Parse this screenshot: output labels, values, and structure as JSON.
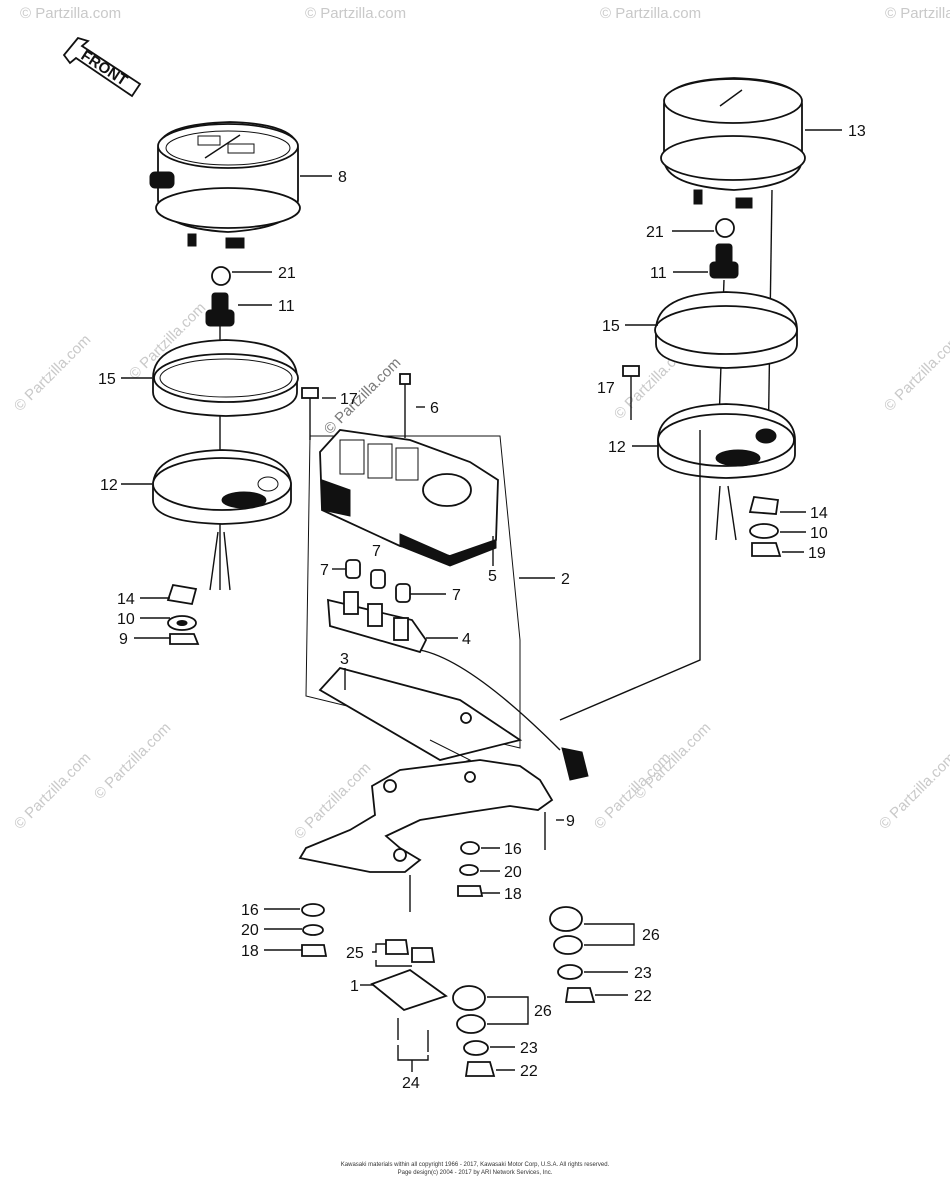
{
  "watermark": "© Partzilla.com",
  "center_watermark": "© Partzilla.com",
  "front_label": "FRONT",
  "footer": {
    "line1": "Kawasaki materials within all copyright 1966 - 2017, Kawasaki Motor Corp, U.S.A. All rights reserved.",
    "line2": "Page design(c) 2004 - 2017 by ARI Network Services, Inc."
  },
  "callouts": {
    "c8": "8",
    "c13": "13",
    "c21a": "21",
    "c11a": "11",
    "c21b": "21",
    "c11b": "11",
    "c15a": "15",
    "c15b": "15",
    "c17a": "17",
    "c17b": "17",
    "c6": "6",
    "c12a": "12",
    "c12b": "12",
    "c14a": "14",
    "c10a": "10",
    "c9a": "9",
    "c14b": "14",
    "c10b": "10",
    "c19": "19",
    "c7a": "7",
    "c7b": "7",
    "c7c": "7",
    "c5": "5",
    "c2": "2",
    "c4": "4",
    "c3": "3",
    "c9b": "9",
    "c16a": "16",
    "c20a": "20",
    "c18a": "18",
    "c16b": "16",
    "c20b": "20",
    "c18b": "18",
    "c25": "25",
    "c1": "1",
    "c26a": "26",
    "c23a": "23",
    "c22a": "22",
    "c26b": "26",
    "c23b": "23",
    "c22b": "22",
    "c24": "24"
  }
}
